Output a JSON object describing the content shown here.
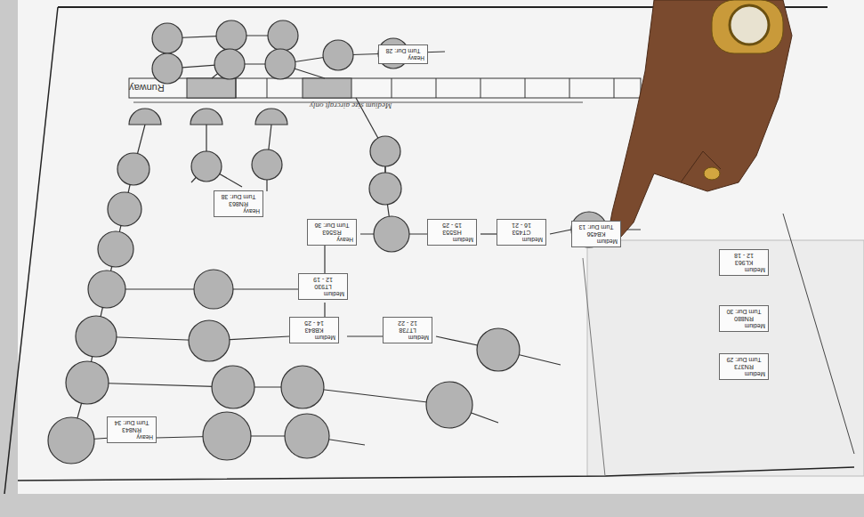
{
  "diagram": {
    "nodes": [
      {
        "text": [
          "Runway"
        ]
      },
      {
        "text": [
          "Heavy",
          "Turn Dur: 28"
        ]
      },
      {
        "text": [
          "Heavy",
          "RN863",
          "Turn Dur: 38"
        ]
      },
      {
        "text": [
          "Heavy",
          "RS563",
          "Turn Dur: 36"
        ]
      },
      {
        "text": [
          "Medium",
          "HS553",
          "15 - 25"
        ]
      },
      {
        "text": [
          "Medium",
          "CT453",
          "16 - 21"
        ]
      },
      {
        "text": [
          "Medium",
          "KB456",
          "Turn Dur: 13"
        ]
      },
      {
        "text": [
          "Medium",
          "KL963",
          "12 - 18"
        ]
      },
      {
        "text": [
          "Medium",
          "LT930",
          "12 - 19"
        ]
      },
      {
        "text": [
          "Medium",
          "RN880",
          "Turn Dur: 30"
        ]
      },
      {
        "text": [
          "Medium",
          "KB843",
          "14 - 25"
        ]
      },
      {
        "text": [
          "Medium",
          "LT738",
          "12 - 22"
        ]
      },
      {
        "text": [
          "Medium",
          "RN373",
          "Turn Dur: 29"
        ]
      },
      {
        "text": [
          "Heavy",
          "RN843",
          "Turn Dur: 34"
        ]
      }
    ],
    "labels": [
      "Medium size aircraft only"
    ]
  }
}
